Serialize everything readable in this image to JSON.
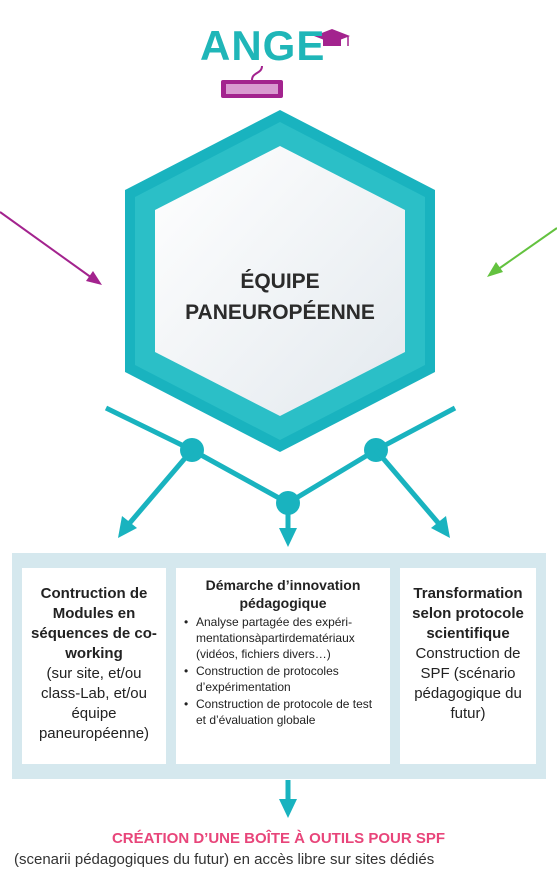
{
  "logo": {
    "text": "ANGE",
    "icon_hat": "graduation-cap-icon",
    "icon_keyboard": "keyboard-icon"
  },
  "hexagon": {
    "title_line1": "ÉQUIPE",
    "title_line2": "PANEUROPÉENNE"
  },
  "colors": {
    "teal": "#19b3bf",
    "teal_light": "#6fd6dc",
    "magenta": "#a3238e",
    "green": "#63c23f",
    "panel": "#d5e8ee",
    "pink": "#e8457a"
  },
  "cards": [
    {
      "head": "Contruction de Modules en séquences de co-working",
      "body": "(sur site, et/ou class-Lab, et/ou équipe paneuropéenne)"
    },
    {
      "head": "Démarche d’innovation pédagogique",
      "bullets": [
        "Analyse partagée des expéri-mentationsàpartirdematériaux (vidéos, fichiers divers…)",
        "Construction de protocoles d’expérimentation",
        "Construction de protocole de test et d’évaluation globale"
      ]
    },
    {
      "head": "Transformation selon protocole scientifique",
      "body": "Construction de SPF (scénario pédagogique du futur)"
    }
  ],
  "footer": {
    "title": "CRÉATION D’UNE BOÎTE À OUTILS POUR SPF",
    "subtitle": "(scenarii pédagogiques du futur) en accès libre sur sites dédiés"
  }
}
